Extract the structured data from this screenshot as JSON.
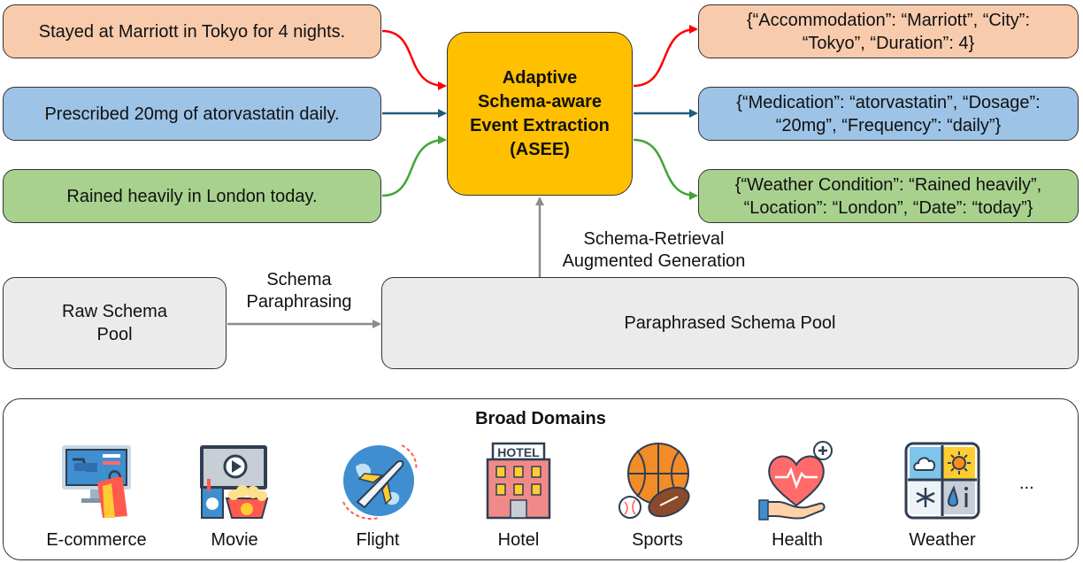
{
  "inputs": [
    "Stayed at Marriott in Tokyo for 4 nights.",
    "Prescribed 20mg of atorvastatin daily.",
    "Rained heavily in London today."
  ],
  "center": {
    "line1": "Adaptive",
    "line2": "Schema-aware",
    "line3": "Event Extraction",
    "line4": "(ASEE)"
  },
  "outputs": [
    {
      "line1": "{“Accommodation”: “Marriott”, “City”:",
      "line2": "“Tokyo”, “Duration”: 4}"
    },
    {
      "line1": "{“Medication”: “atorvastatin”, “Dosage”:",
      "line2": "“20mg”, “Frequency”: “daily”}"
    },
    {
      "line1": "{“Weather Condition”: “Rained heavily”,",
      "line2": "“Location”: “London”, “Date”: “today”}"
    }
  ],
  "retrieval_label": {
    "line1": "Schema-Retrieval",
    "line2": "Augmented Generation"
  },
  "paraphrasing_label": {
    "line1": "Schema",
    "line2": "Paraphrasing"
  },
  "raw_pool": {
    "line1": "Raw Schema",
    "line2": "Pool"
  },
  "paraphrased_pool": "Paraphrased Schema Pool",
  "domains": {
    "title": "Broad Domains",
    "items": [
      "E-commerce",
      "Movie",
      "Flight",
      "Hotel",
      "Sports",
      "Health",
      "Weather"
    ],
    "ellipsis": "...",
    "hotel_sign": "HOTEL"
  },
  "colors": {
    "red_box": "#f8cbad",
    "blue_box": "#9dc3e6",
    "green_box": "#a9d18e",
    "asee_box": "#ffc000",
    "pool_box": "#ebebeb",
    "red_arrow": "#ff0000",
    "blue_arrow": "#1f5c7a",
    "green_arrow": "#3fa535",
    "gray_arrow": "#8c8c8c"
  }
}
